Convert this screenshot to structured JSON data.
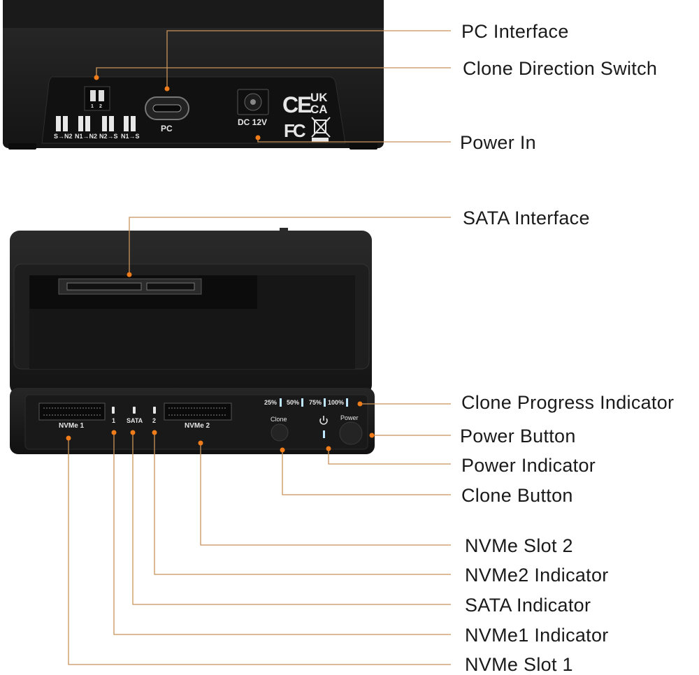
{
  "callouts": {
    "pc_interface": "PC Interface",
    "clone_direction_switch": "Clone Direction Switch",
    "power_in": "Power In",
    "sata_interface": "SATA Interface",
    "clone_progress_indicator": "Clone Progress Indicator",
    "power_button": "Power Button",
    "power_indicator": "Power Indicator",
    "clone_button": "Clone Button",
    "nvme_slot_2": "NVMe Slot 2",
    "nvme2_indicator": "NVMe2 Indicator",
    "sata_indicator": "SATA Indicator",
    "nvme1_indicator": "NVMe1 Indicator",
    "nvme_slot_1": "NVMe Slot 1"
  },
  "rear_panel": {
    "switch_modes": [
      "S→N2",
      "N1→N2",
      "N2→S",
      "N1→S"
    ],
    "switch_numbers": [
      "1",
      "2"
    ],
    "pc_port_label": "PC",
    "dc_label": "DC 12V",
    "cert_ce": "CE",
    "cert_ukca_top": "UK",
    "cert_ukca_bottom": "CA",
    "cert_fc": "FC"
  },
  "front_panel": {
    "nvme1_label": "NVMe 1",
    "nvme2_label": "NVMe 2",
    "indicator_1": "1",
    "indicator_sata": "SATA",
    "indicator_2": "2",
    "progress_steps": [
      "25%",
      "50%",
      "75%",
      "100%"
    ],
    "clone_label": "Clone",
    "power_label": "Power"
  },
  "colors": {
    "leader_line": "#c9925a",
    "dot": "#f07c1a",
    "device_body": "#1c1c1c",
    "led": "#bfe6ff"
  }
}
